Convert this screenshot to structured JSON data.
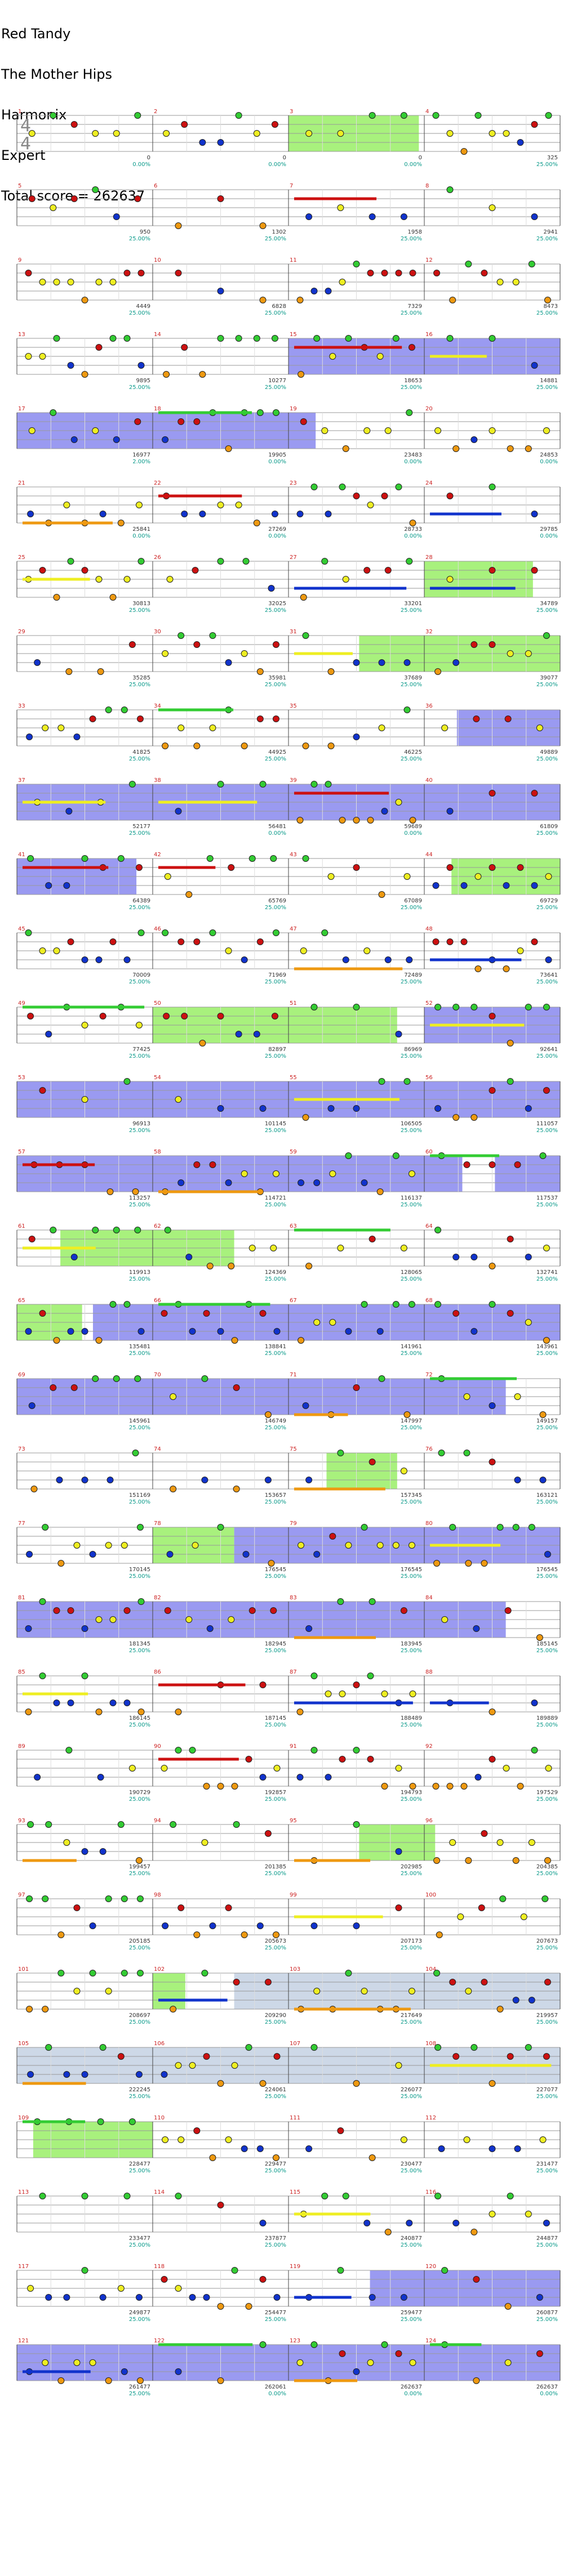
{
  "header": {
    "artist": "Red Tandy",
    "song": "The Mother Hips",
    "game": "Harmonix",
    "difficulty": "Expert",
    "total": "Total score = 262637"
  },
  "time_signature": {
    "top": "4",
    "bottom": "4"
  },
  "colors": {
    "green": "#33cc33",
    "red": "#cc1111",
    "yellow": "#eeee22",
    "blue": "#1133cc",
    "orange": "#ee9911",
    "sp_phrase": "#99ee66",
    "sp_active": "#8888ee",
    "solo": "#c8d4e4"
  },
  "measures": [
    {
      "n": "1",
      "score": "0",
      "pct": "0.00%"
    },
    {
      "n": "2",
      "score": "0",
      "pct": "0.00%"
    },
    {
      "n": "3",
      "score": "0",
      "pct": "0.00%"
    },
    {
      "n": "4",
      "score": "325",
      "pct": "25.00%"
    },
    {
      "n": "5",
      "score": "950",
      "pct": "25.00%"
    },
    {
      "n": "6",
      "score": "1302",
      "pct": "25.00%"
    },
    {
      "n": "7",
      "score": "1958",
      "pct": "25.00%"
    },
    {
      "n": "8",
      "score": "2941",
      "pct": "25.00%"
    },
    {
      "n": "9",
      "score": "4449",
      "pct": "25.00%"
    },
    {
      "n": "10",
      "score": "6828",
      "pct": "25.00%"
    },
    {
      "n": "11",
      "score": "7329",
      "pct": "25.00%"
    },
    {
      "n": "12",
      "score": "8473",
      "pct": "25.00%"
    },
    {
      "n": "13",
      "score": "9895",
      "pct": "25.00%"
    },
    {
      "n": "14",
      "score": "10277",
      "pct": "25.00%"
    },
    {
      "n": "15",
      "score": "18653",
      "pct": "25.00%"
    },
    {
      "n": "16",
      "score": "14881",
      "pct": "25.00%"
    },
    {
      "n": "17",
      "score": "16977",
      "pct": "2.00%"
    },
    {
      "n": "18",
      "score": "19905",
      "pct": "0.00%"
    },
    {
      "n": "19",
      "score": "23483",
      "pct": "0.00%"
    },
    {
      "n": "20",
      "score": "24853",
      "pct": "0.00%"
    },
    {
      "n": "21",
      "score": "25841",
      "pct": "0.00%"
    },
    {
      "n": "22",
      "score": "27269",
      "pct": "0.00%"
    },
    {
      "n": "23",
      "score": "28733",
      "pct": "0.00%"
    },
    {
      "n": "24",
      "score": "29785",
      "pct": "0.00%"
    },
    {
      "n": "25",
      "score": "30813",
      "pct": "25.00%"
    },
    {
      "n": "26",
      "score": "32025",
      "pct": "25.00%"
    },
    {
      "n": "27",
      "score": "33201",
      "pct": "25.00%"
    },
    {
      "n": "28",
      "score": "34789",
      "pct": "25.00%"
    },
    {
      "n": "29",
      "score": "35285",
      "pct": "25.00%"
    },
    {
      "n": "30",
      "score": "35981",
      "pct": "25.00%"
    },
    {
      "n": "31",
      "score": "37689",
      "pct": "25.00%"
    },
    {
      "n": "32",
      "score": "39077",
      "pct": "25.00%"
    },
    {
      "n": "33",
      "score": "41825",
      "pct": "25.00%"
    },
    {
      "n": "34",
      "score": "44925",
      "pct": "25.00%"
    },
    {
      "n": "35",
      "score": "46225",
      "pct": "25.00%"
    },
    {
      "n": "36",
      "score": "49889",
      "pct": "25.00%"
    },
    {
      "n": "37",
      "score": "52177",
      "pct": "25.00%"
    },
    {
      "n": "38",
      "score": "56481",
      "pct": "0.00%"
    },
    {
      "n": "39",
      "score": "59689",
      "pct": "0.00%"
    },
    {
      "n": "40",
      "score": "61809",
      "pct": "25.00%"
    },
    {
      "n": "41",
      "score": "64389",
      "pct": "25.00%"
    },
    {
      "n": "42",
      "score": "65769",
      "pct": "25.00%"
    },
    {
      "n": "43",
      "score": "67089",
      "pct": "25.00%"
    },
    {
      "n": "44",
      "score": "69729",
      "pct": "25.00%"
    },
    {
      "n": "45",
      "score": "70009",
      "pct": "25.00%"
    },
    {
      "n": "46",
      "score": "71969",
      "pct": "25.00%"
    },
    {
      "n": "47",
      "score": "72489",
      "pct": "25.00%"
    },
    {
      "n": "48",
      "score": "73641",
      "pct": "25.00%"
    },
    {
      "n": "49",
      "score": "77425",
      "pct": "25.00%"
    },
    {
      "n": "50",
      "score": "82897",
      "pct": "25.00%"
    },
    {
      "n": "51",
      "score": "86969",
      "pct": "25.00%"
    },
    {
      "n": "52",
      "score": "92641",
      "pct": "25.00%"
    },
    {
      "n": "53",
      "score": "96913",
      "pct": "25.00%"
    },
    {
      "n": "54",
      "score": "101145",
      "pct": "25.00%"
    },
    {
      "n": "55",
      "score": "106505",
      "pct": "25.00%"
    },
    {
      "n": "56",
      "score": "111057",
      "pct": "25.00%"
    },
    {
      "n": "57",
      "score": "113257",
      "pct": "25.00%"
    },
    {
      "n": "58",
      "score": "114721",
      "pct": "25.00%"
    },
    {
      "n": "59",
      "score": "116137",
      "pct": "25.00%"
    },
    {
      "n": "60",
      "score": "117537",
      "pct": "25.00%"
    },
    {
      "n": "61",
      "score": "119913",
      "pct": "25.00%"
    },
    {
      "n": "62",
      "score": "124369",
      "pct": "25.00%"
    },
    {
      "n": "63",
      "score": "128065",
      "pct": "25.00%"
    },
    {
      "n": "64",
      "score": "132741",
      "pct": "25.00%"
    },
    {
      "n": "65",
      "score": "135481",
      "pct": "25.00%"
    },
    {
      "n": "66",
      "score": "138841",
      "pct": "25.00%"
    },
    {
      "n": "67",
      "score": "141961",
      "pct": "25.00%"
    },
    {
      "n": "68",
      "score": "143961",
      "pct": "25.00%"
    },
    {
      "n": "69",
      "score": "145961",
      "pct": "25.00%"
    },
    {
      "n": "70",
      "score": "146749",
      "pct": "25.00%"
    },
    {
      "n": "71",
      "score": "147997",
      "pct": "25.00%"
    },
    {
      "n": "72",
      "score": "149157",
      "pct": "25.00%"
    },
    {
      "n": "73",
      "score": "151169",
      "pct": "25.00%"
    },
    {
      "n": "74",
      "score": "153657",
      "pct": "25.00%"
    },
    {
      "n": "75",
      "score": "157345",
      "pct": "25.00%"
    },
    {
      "n": "76",
      "score": "163121",
      "pct": "25.00%"
    },
    {
      "n": "77",
      "score": "170145",
      "pct": "25.00%"
    },
    {
      "n": "78",
      "score": "176545",
      "pct": "25.00%"
    },
    {
      "n": "79",
      "score": "176545",
      "pct": "25.00%"
    },
    {
      "n": "80",
      "score": "176545",
      "pct": "25.00%"
    },
    {
      "n": "81",
      "score": "181345",
      "pct": "25.00%"
    },
    {
      "n": "82",
      "score": "182945",
      "pct": "25.00%"
    },
    {
      "n": "83",
      "score": "183945",
      "pct": "25.00%"
    },
    {
      "n": "84",
      "score": "185145",
      "pct": "25.00%"
    },
    {
      "n": "85",
      "score": "186145",
      "pct": "25.00%"
    },
    {
      "n": "86",
      "score": "187145",
      "pct": "25.00%"
    },
    {
      "n": "87",
      "score": "188489",
      "pct": "25.00%"
    },
    {
      "n": "88",
      "score": "189889",
      "pct": "25.00%"
    },
    {
      "n": "89",
      "score": "190729",
      "pct": "25.00%"
    },
    {
      "n": "90",
      "score": "192857",
      "pct": "25.00%"
    },
    {
      "n": "91",
      "score": "194793",
      "pct": "25.00%"
    },
    {
      "n": "92",
      "score": "197529",
      "pct": "25.00%"
    },
    {
      "n": "93",
      "score": "199457",
      "pct": "25.00%"
    },
    {
      "n": "94",
      "score": "201385",
      "pct": "25.00%"
    },
    {
      "n": "95",
      "score": "202985",
      "pct": "25.00%"
    },
    {
      "n": "96",
      "score": "204385",
      "pct": "25.00%"
    },
    {
      "n": "97",
      "score": "205185",
      "pct": "25.00%"
    },
    {
      "n": "98",
      "score": "205673",
      "pct": "25.00%"
    },
    {
      "n": "99",
      "score": "207173",
      "pct": "25.00%"
    },
    {
      "n": "100",
      "score": "207673",
      "pct": "25.00%"
    },
    {
      "n": "101",
      "score": "208697",
      "pct": "25.00%"
    },
    {
      "n": "102",
      "score": "209290",
      "pct": "25.00%"
    },
    {
      "n": "103",
      "score": "217649",
      "pct": "25.00%"
    },
    {
      "n": "104",
      "score": "219957",
      "pct": "25.00%"
    },
    {
      "n": "105",
      "score": "222245",
      "pct": "25.00%"
    },
    {
      "n": "106",
      "score": "224061",
      "pct": "25.00%"
    },
    {
      "n": "107",
      "score": "226077",
      "pct": "25.00%"
    },
    {
      "n": "108",
      "score": "227077",
      "pct": "25.00%"
    },
    {
      "n": "109",
      "score": "228477",
      "pct": "25.00%"
    },
    {
      "n": "110",
      "score": "229477",
      "pct": "25.00%"
    },
    {
      "n": "111",
      "score": "230477",
      "pct": "25.00%"
    },
    {
      "n": "112",
      "score": "231477",
      "pct": "25.00%"
    },
    {
      "n": "113",
      "score": "233477",
      "pct": "25.00%"
    },
    {
      "n": "114",
      "score": "237877",
      "pct": "25.00%"
    },
    {
      "n": "115",
      "score": "240877",
      "pct": "25.00%"
    },
    {
      "n": "116",
      "score": "244877",
      "pct": "25.00%"
    },
    {
      "n": "117",
      "score": "249877",
      "pct": "25.00%"
    },
    {
      "n": "118",
      "score": "254477",
      "pct": "25.00%"
    },
    {
      "n": "119",
      "score": "259477",
      "pct": "25.00%"
    },
    {
      "n": "120",
      "score": "260877",
      "pct": "25.00%"
    },
    {
      "n": "121",
      "score": "261477",
      "pct": "25.00%"
    },
    {
      "n": "122",
      "score": "262061",
      "pct": "0.00%"
    },
    {
      "n": "123",
      "score": "262637",
      "pct": "0.00%"
    },
    {
      "n": "124",
      "score": "262637",
      "pct": "0.00%"
    }
  ]
}
